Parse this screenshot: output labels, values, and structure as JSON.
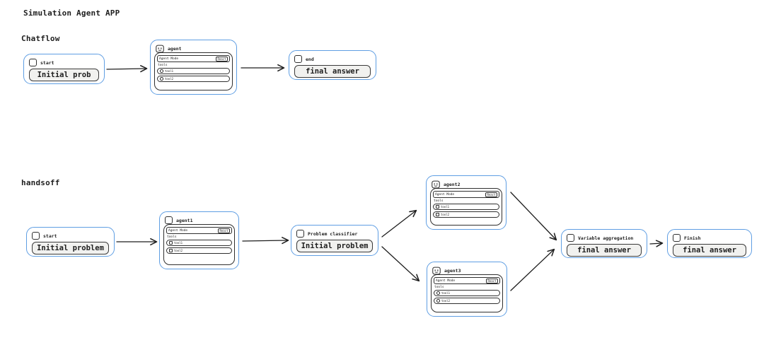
{
  "page": {
    "title": "Simulation Agent APP"
  },
  "flows": {
    "chatflow_label": "Chatflow",
    "handsoff_label": "handsoff"
  },
  "agent_panel": {
    "mode_label": "Agent Mode",
    "mode_value": "React",
    "tools_label": "tools",
    "tool1": "tool1",
    "tool2": "tool2"
  },
  "chatflow": {
    "start": {
      "label": "start",
      "value": "Initial prob"
    },
    "agent": {
      "label": "agent"
    },
    "end": {
      "label": "end",
      "value": "final answer"
    }
  },
  "handsoff": {
    "start": {
      "label": "start",
      "value": "Initial problem"
    },
    "agent1": {
      "label": "agent1"
    },
    "classifier": {
      "label": "Problem classifier",
      "value": "Initial problem"
    },
    "agent2": {
      "label": "agent2"
    },
    "agent3": {
      "label": "agent3"
    },
    "aggregation": {
      "label": "Variable aggregation",
      "value": "final answer"
    },
    "finish": {
      "label": "Finish",
      "value": "final answer"
    }
  },
  "colors": {
    "node_border": "#5f9ee3",
    "ink": "#1e1e1e",
    "button_fill": "#f1f1ef"
  }
}
